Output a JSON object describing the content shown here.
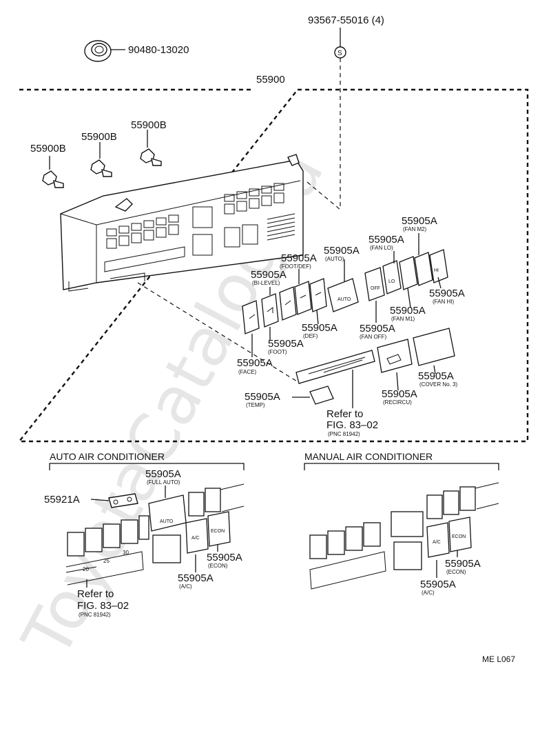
{
  "watermark": "ToyotaCatalog.ru",
  "parts": {
    "p90480": "90480-13020",
    "p93567": "93567-55016 (4)",
    "s_symbol": "S",
    "p55900": "55900",
    "p55900b_1": "55900B",
    "p55900b_2": "55900B",
    "p55900b_3": "55900B"
  },
  "buttons": [
    {
      "id": "fan-m2",
      "number": "55905A",
      "note": "(FAN M2)"
    },
    {
      "id": "fan-lo",
      "number": "55905A",
      "note": "(FAN LO)"
    },
    {
      "id": "auto",
      "number": "55905A",
      "note": "(AUTO)"
    },
    {
      "id": "foot-def",
      "number": "55905A",
      "note": "(FOOT/DEF)"
    },
    {
      "id": "bi-level",
      "number": "55905A",
      "note": "(BI-LEVEL)"
    },
    {
      "id": "fan-hi",
      "number": "55905A",
      "note": "(FAN HI)"
    },
    {
      "id": "fan-m1",
      "number": "55905A",
      "note": "(FAN M1)"
    },
    {
      "id": "def",
      "number": "55905A",
      "note": "(DEF)"
    },
    {
      "id": "fan-off",
      "number": "55905A",
      "note": "(FAN OFF)"
    },
    {
      "id": "foot",
      "number": "55905A",
      "note": "(FOOT)"
    },
    {
      "id": "face",
      "number": "55905A",
      "note": "(FACE)"
    },
    {
      "id": "cover-no3",
      "number": "55905A",
      "note": "(COVER No. 3)"
    },
    {
      "id": "recircu",
      "number": "55905A",
      "note": "(RECIRCU)"
    },
    {
      "id": "temp",
      "number": "55905A",
      "note": "(TEMP)"
    }
  ],
  "refer_top": {
    "line1": "Refer to",
    "line2": "FIG. 83–02",
    "pnc": "(PNC 81942)"
  },
  "auto_ac": {
    "heading": "AUTO AIR CONDITIONER",
    "full_auto_number": "55905A",
    "full_auto_note": "(FULL AUTO)",
    "bracket_number": "55921A",
    "econ_number": "55905A",
    "econ_note": "(ECON)",
    "ac_number": "55905A",
    "ac_note": "(A/C)",
    "refer_line1": "Refer to",
    "refer_line2": "FIG. 83–02",
    "refer_pnc": "(PNC 81942)"
  },
  "manual_ac": {
    "heading": "MANUAL AIR CONDITIONER",
    "econ_number": "55905A",
    "econ_note": "(ECON)",
    "ac_number": "55905A",
    "ac_note": "(A/C)"
  },
  "button_faces": {
    "auto": "AUTO",
    "off": "OFF",
    "lo": "LO",
    "hi": "HI",
    "ac": "A/C",
    "econ": "ECON"
  },
  "scale_ticks": [
    "20",
    "25",
    "30"
  ],
  "figure_code": "ME L067"
}
